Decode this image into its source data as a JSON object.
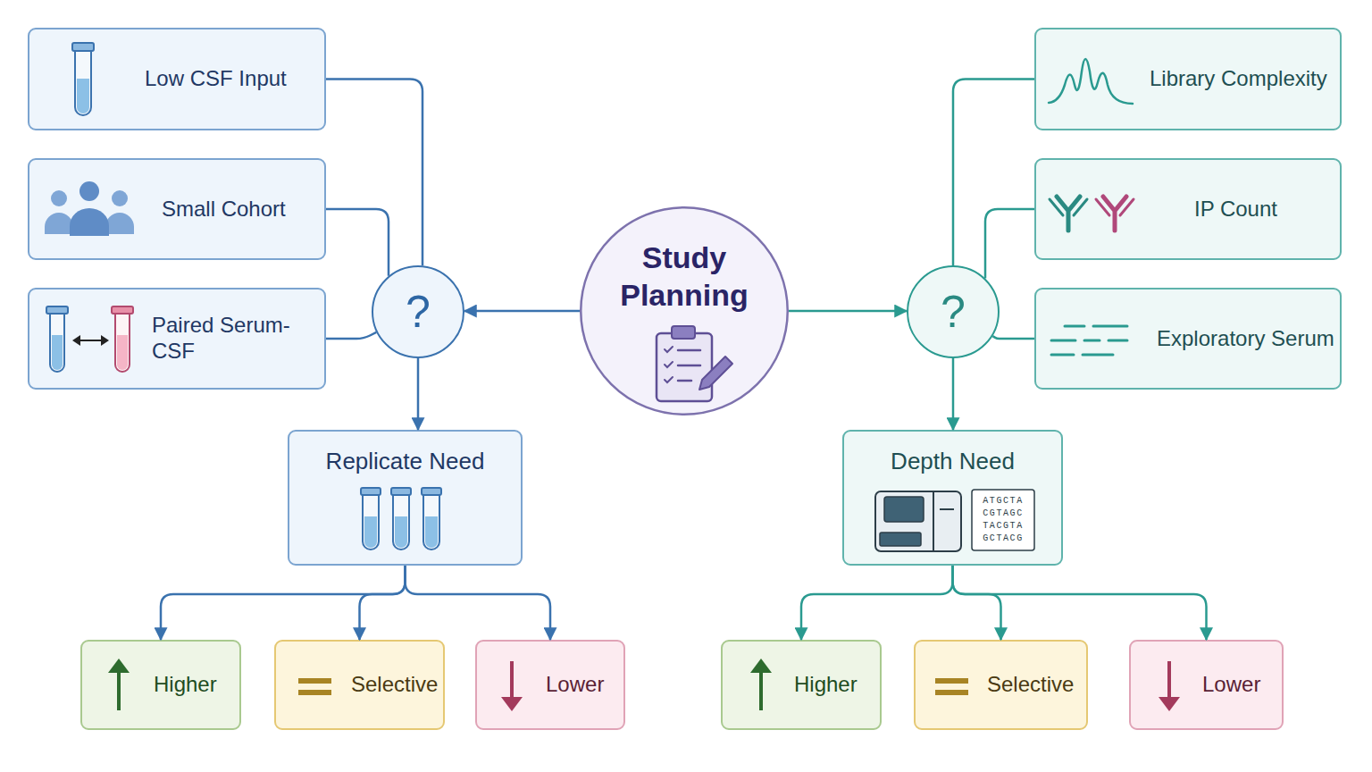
{
  "diagram": {
    "nodes": [
      {
        "text": [
          "Study Planning"
        ]
      },
      {
        "text": [
          "Low CSF Input"
        ]
      },
      {
        "text": [
          "Small Cohort"
        ]
      },
      {
        "text": [
          "Paired Serum-CSF"
        ]
      },
      {
        "text": [
          "?"
        ]
      },
      {
        "text": [
          "Replicate Need"
        ]
      },
      {
        "text": [
          "Higher"
        ]
      },
      {
        "text": [
          "Selective"
        ]
      },
      {
        "text": [
          "Lower"
        ]
      },
      {
        "text": [
          "Library Complexity"
        ]
      },
      {
        "text": [
          "IP Count"
        ]
      },
      {
        "text": [
          "Exploratory Serum"
        ]
      },
      {
        "text": [
          "?"
        ]
      },
      {
        "text": [
          "Depth Need"
        ]
      },
      {
        "text": [
          "Higher"
        ]
      },
      {
        "text": [
          "Selective"
        ]
      },
      {
        "text": [
          "Lower"
        ]
      }
    ],
    "edges": [
      {
        "from": 0,
        "to": 4,
        "arrow": "to"
      },
      {
        "from": 0,
        "to": 12,
        "arrow": "to"
      },
      {
        "from": 1,
        "to": 4,
        "arrow": "none"
      },
      {
        "from": 2,
        "to": 4,
        "arrow": "none"
      },
      {
        "from": 3,
        "to": 4,
        "arrow": "none"
      },
      {
        "from": 4,
        "to": 5,
        "arrow": "to"
      },
      {
        "from": 5,
        "to": 6,
        "arrow": "to"
      },
      {
        "from": 5,
        "to": 7,
        "arrow": "to"
      },
      {
        "from": 5,
        "to": 8,
        "arrow": "to"
      },
      {
        "from": 9,
        "to": 12,
        "arrow": "none"
      },
      {
        "from": 10,
        "to": 12,
        "arrow": "none"
      },
      {
        "from": 11,
        "to": 12,
        "arrow": "none"
      },
      {
        "from": 12,
        "to": 13,
        "arrow": "to"
      },
      {
        "from": 13,
        "to": 14,
        "arrow": "to"
      },
      {
        "from": 13,
        "to": 15,
        "arrow": "to"
      },
      {
        "from": 13,
        "to": 16,
        "arrow": "to"
      }
    ],
    "labels": [
      "ATGCTA",
      "CGTAGC",
      "TACGTA",
      "GCTACG"
    ]
  }
}
